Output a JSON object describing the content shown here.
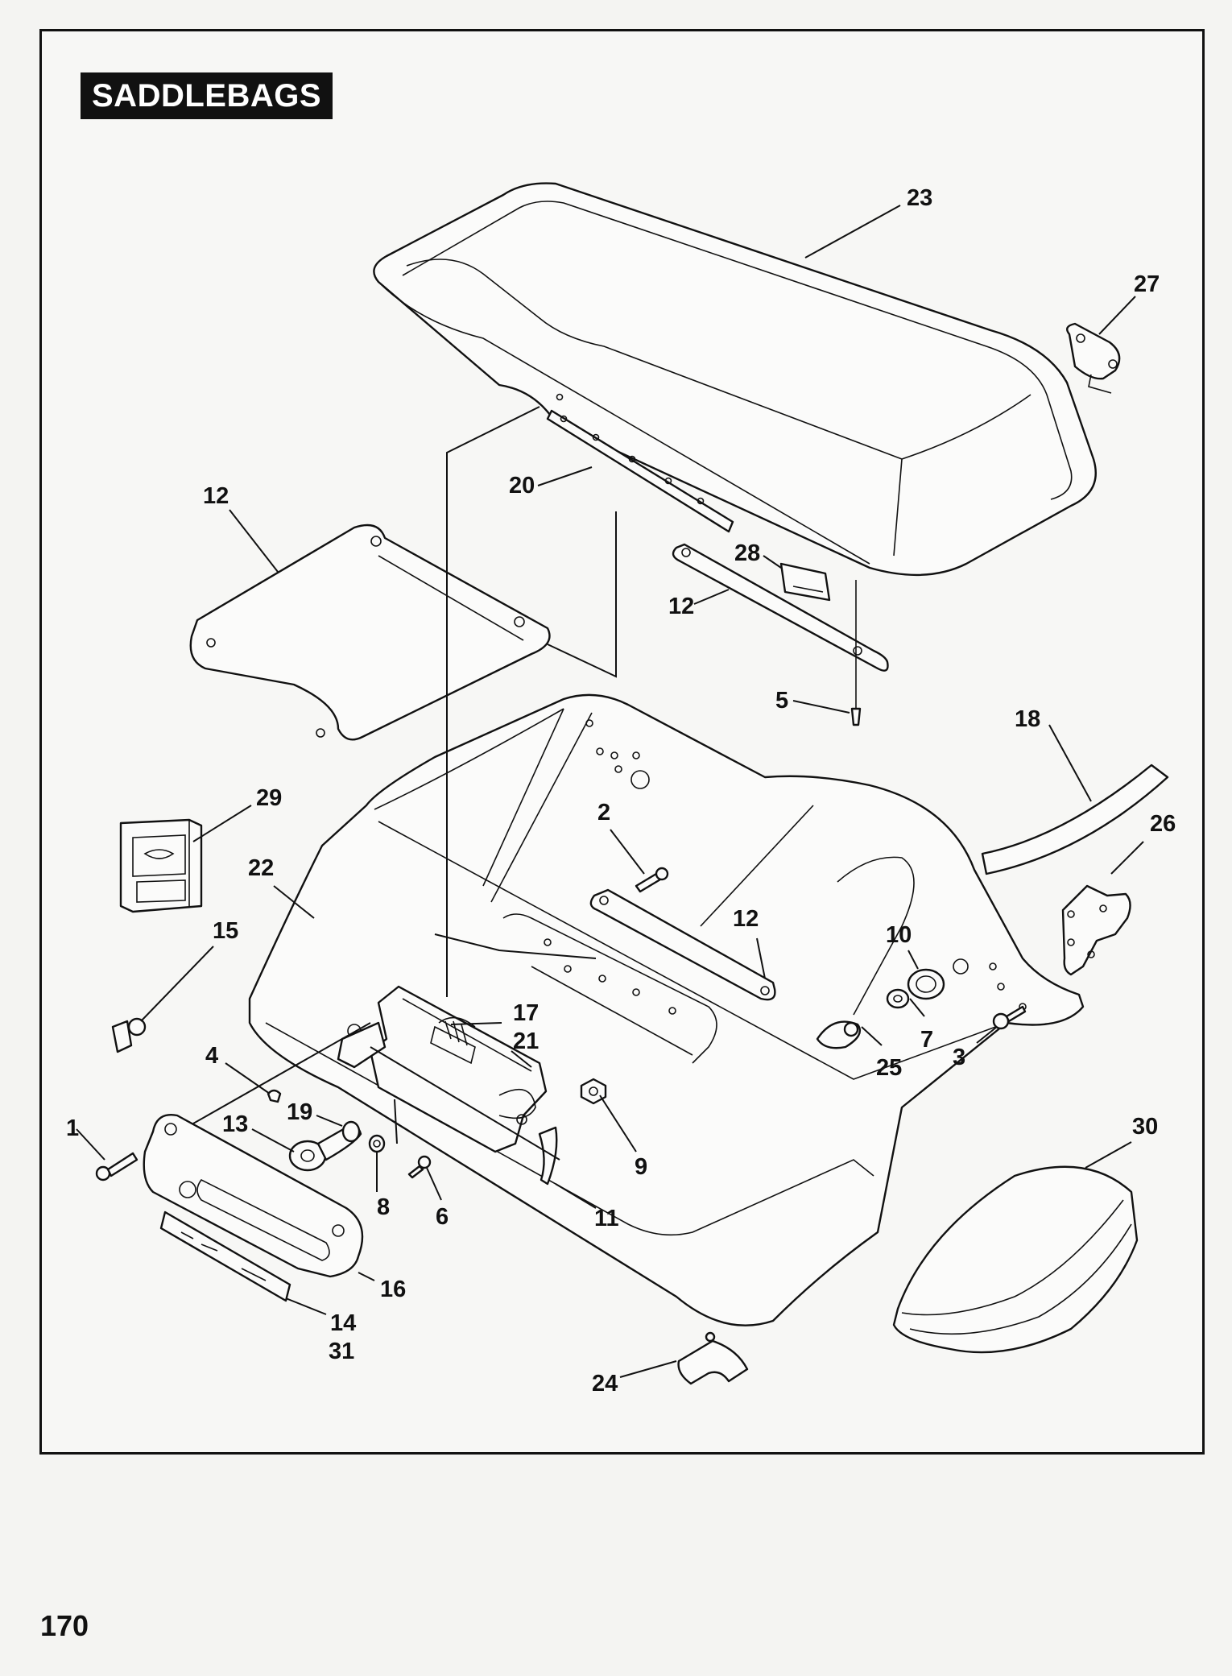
{
  "title": "SADDLEBAGS",
  "page_number": "170",
  "labels": {
    "lid": "23",
    "hinge_bracket_right": "27",
    "strip_upper": "20",
    "gasket_left": "12",
    "nameplate": "28",
    "strip_mid": "12",
    "screw_top": "5",
    "trim_strip": "18",
    "emblem": "29",
    "hinge_26": "26",
    "bag_body": "22",
    "bolt_2": "2",
    "strip_lower": "12",
    "key_lock": "15",
    "knob_10": "10",
    "washer_7": "7",
    "screw_3": "3",
    "spring_17": "17",
    "latch_21": "21",
    "plug_25": "25",
    "screw_4": "4",
    "nut_9": "9",
    "bolt_1": "1",
    "cam_13": "13",
    "lever_19": "19",
    "washer_8": "8",
    "screw_6": "6",
    "catch_11": "11",
    "liner_30": "30",
    "cover_16": "16",
    "label_14": "14",
    "label_31": "31",
    "clip_24": "24"
  }
}
